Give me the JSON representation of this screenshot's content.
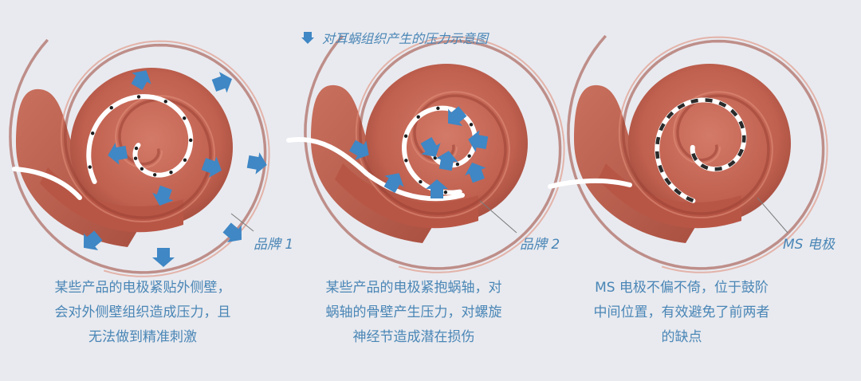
{
  "header": {
    "title": "对耳蜗组织产生的压力示意图"
  },
  "panels": [
    {
      "label": "品牌 1",
      "description": "某些产品的电极紧贴外侧壁，\n会对外侧壁组织造成压力，且\n无法做到精准刺激"
    },
    {
      "label": "品牌 2",
      "description": "某些产品的电极紧抱蜗轴，对\n蜗轴的骨壁产生压力，对螺旋\n神经节造成潜在损伤"
    },
    {
      "label": "MS 电极",
      "description": "MS 电极不偏不倚，位于鼓阶\n中间位置，有效避免了前两者\n的缺点"
    }
  ],
  "colors": {
    "background": "#e9eaef",
    "tissue": "#c86a5a",
    "tissue_dark": "#9a4235",
    "electrode": "#ffffff",
    "arrow": "#3f87c5",
    "text": "#4a86b6"
  }
}
